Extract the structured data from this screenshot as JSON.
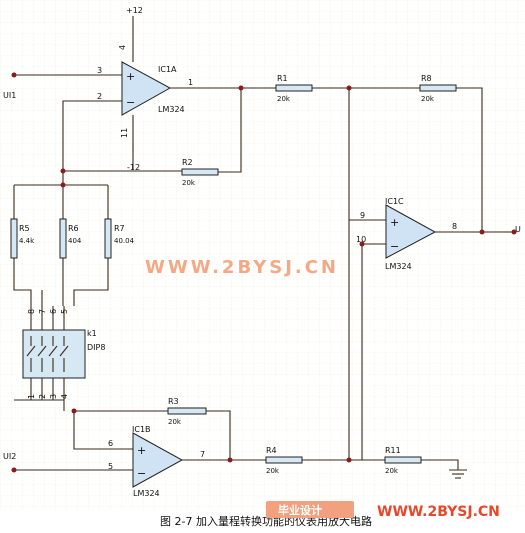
{
  "inputs": {
    "ui1": "UI1",
    "ui2": "UI2"
  },
  "output": {
    "label": "U"
  },
  "power": {
    "pos": "+12",
    "neg": "-12"
  },
  "op_amps": [
    {
      "ref": "IC1A",
      "model": "LM324",
      "pins": [
        "3",
        "2",
        "1",
        "4",
        "11"
      ]
    },
    {
      "ref": "IC1B",
      "model": "LM324",
      "pins": [
        "6",
        "5",
        "7"
      ]
    },
    {
      "ref": "IC1C",
      "model": "LM324",
      "pins": [
        "9",
        "10",
        "8"
      ]
    }
  ],
  "resistors": [
    {
      "ref": "R1",
      "value": "20k"
    },
    {
      "ref": "R8",
      "value": "20k"
    },
    {
      "ref": "R2",
      "value": "20k"
    },
    {
      "ref": "R3",
      "value": "20k"
    },
    {
      "ref": "R4",
      "value": "20k"
    },
    {
      "ref": "R11",
      "value": "20k"
    },
    {
      "ref": "R5",
      "value": "4.4k"
    },
    {
      "ref": "R6",
      "value": "404"
    },
    {
      "ref": "R7",
      "value": "40.04"
    }
  ],
  "switch": {
    "ref": "k1",
    "model": "DIP8",
    "pins_top": [
      "8",
      "7",
      "6",
      "5"
    ],
    "pins_bottom": [
      "1",
      "2",
      "3",
      "4"
    ]
  },
  "signs": {
    "plus": "+",
    "minus": "−"
  },
  "watermark": "WWW.2BYSJ.CN",
  "caption": "图 2-7  加入量程转换功能的仪表用放大电路",
  "footer_brand": {
    "badge": "毕业设计",
    "site": "WWW.2BYSJ.CN"
  }
}
